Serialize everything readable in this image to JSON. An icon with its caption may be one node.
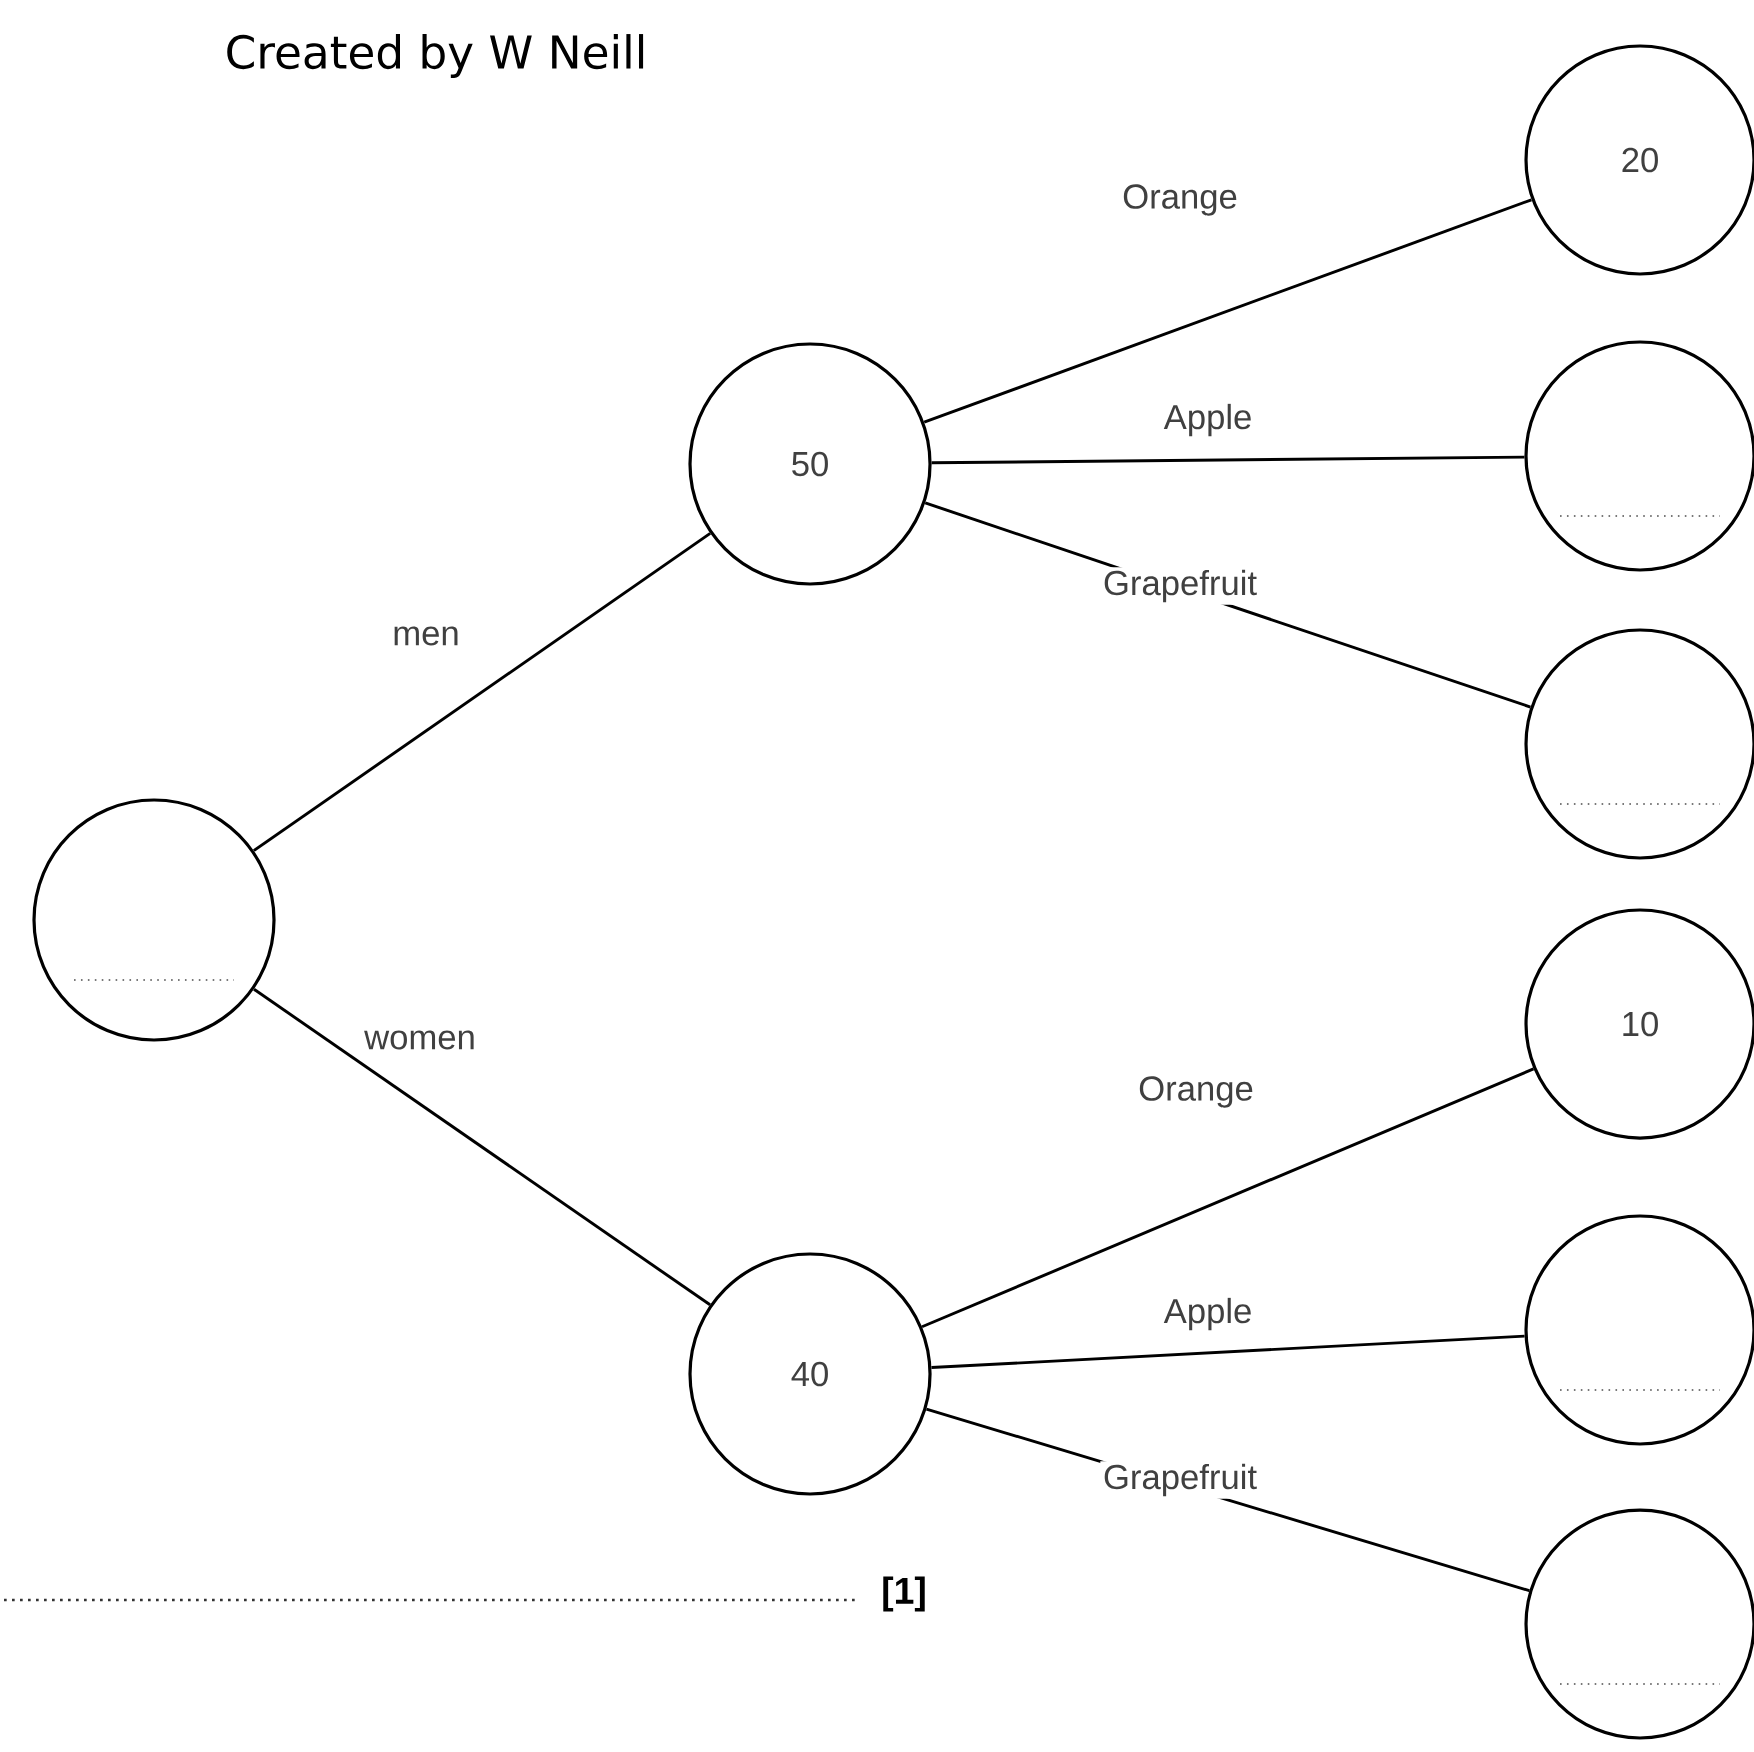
{
  "diagram": {
    "nodes": [
      {
        "text": [],
        "shape": "circle"
      },
      {
        "text": [
          "50"
        ]
      },
      {
        "text": [
          "40"
        ]
      },
      {
        "text": [
          "20"
        ]
      },
      {
        "text": [],
        "shape": "circle"
      },
      {
        "text": [],
        "shape": "circle"
      },
      {
        "text": [
          "10"
        ]
      },
      {
        "text": [],
        "shape": "circle"
      },
      {
        "text": [],
        "shape": "circle"
      }
    ],
    "edges": [
      {
        "from": 0,
        "to": 1,
        "arrow": "none",
        "label": "men"
      },
      {
        "from": 0,
        "to": 2,
        "arrow": "none",
        "label": "women"
      },
      {
        "from": 1,
        "to": 3,
        "arrow": "none",
        "label": "Orange"
      },
      {
        "from": 1,
        "to": 4,
        "arrow": "none",
        "label": "Apple"
      },
      {
        "from": 1,
        "to": 5,
        "arrow": "none",
        "label": "Grapefruit"
      },
      {
        "from": 2,
        "to": 6,
        "arrow": "none",
        "label": "Orange"
      },
      {
        "from": 2,
        "to": 7,
        "arrow": "none",
        "label": "Apple"
      },
      {
        "from": 2,
        "to": 8,
        "arrow": "none",
        "label": "Grapefruit"
      }
    ],
    "labels": [
      "Created by W Neill",
      "[1]"
    ]
  }
}
